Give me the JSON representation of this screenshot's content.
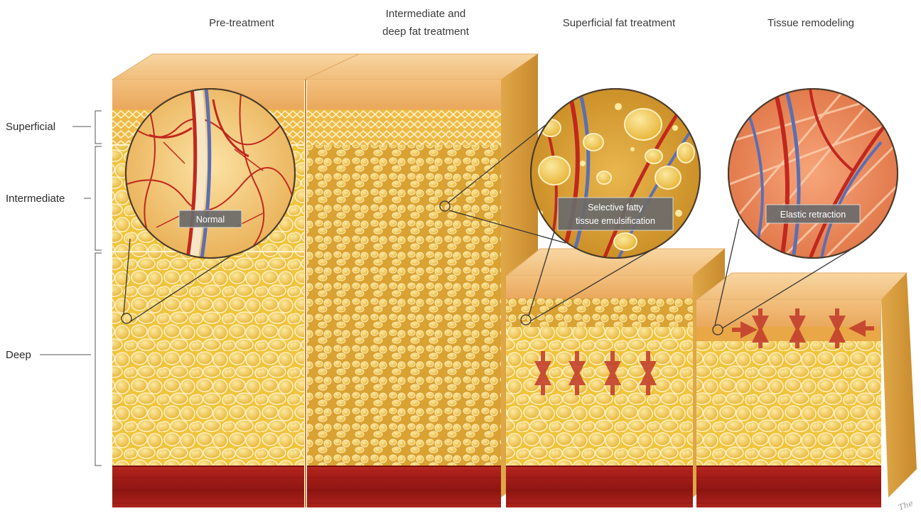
{
  "stages": [
    {
      "id": "pre",
      "title_lines": [
        "Pre-treatment"
      ]
    },
    {
      "id": "deep",
      "title_lines": [
        "Intermediate and",
        "deep fat treatment"
      ]
    },
    {
      "id": "superficial",
      "title_lines": [
        "Superficial fat treatment"
      ]
    },
    {
      "id": "remodel",
      "title_lines": [
        "Tissue remodeling"
      ]
    }
  ],
  "layers": {
    "superficial": "Superficial",
    "intermediate": "Intermediate",
    "deep": "Deep"
  },
  "insets": [
    {
      "id": "normal",
      "lines": [
        "Normal"
      ]
    },
    {
      "id": "emulsification",
      "lines": [
        "Selective fatty",
        "tissue emulsification"
      ]
    },
    {
      "id": "retraction",
      "lines": [
        "Elastic retraction"
      ]
    }
  ],
  "signature": "The",
  "colors": {
    "skin_top": "#f6c98a",
    "dermis": "#efb066",
    "fat": "#f3c43c",
    "fat_light": "#f8dc72",
    "fat_dark": "#d99a18",
    "septa": "#fff2c8",
    "muscle": "#9e1a16",
    "muscle_dark": "#6e0e0c",
    "vessel_red": "#c0281e",
    "vessel_blue": "#5a6fb4",
    "arrow": "#c0392b",
    "label_bg": "#6b6b6b"
  }
}
